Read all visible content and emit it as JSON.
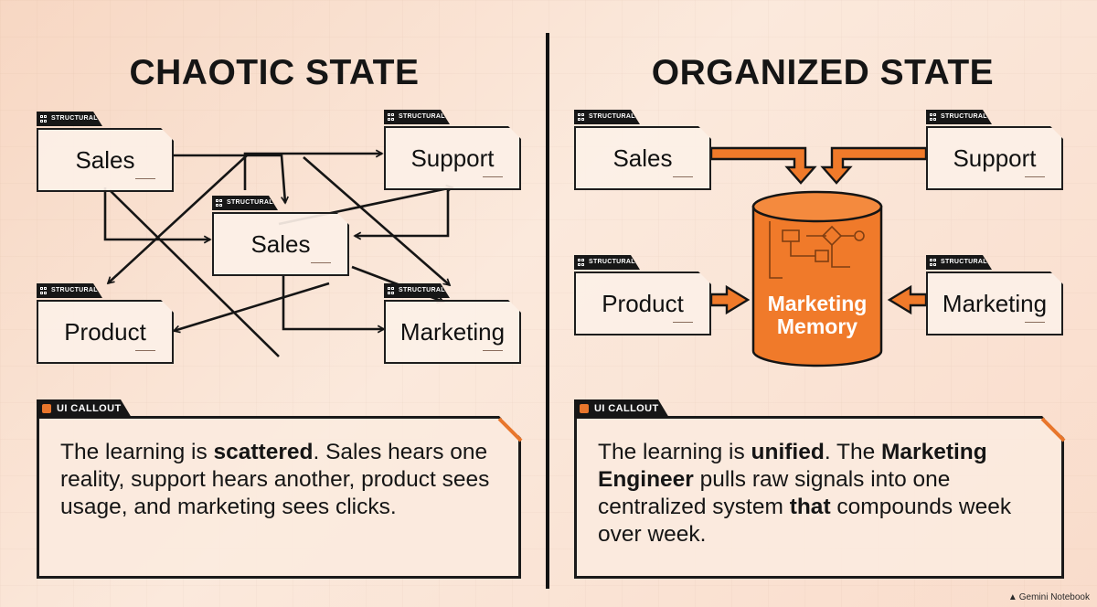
{
  "left": {
    "title": "CHAOTIC STATE",
    "boxes": [
      {
        "key": "sales_top",
        "label": "Sales",
        "tag": "STRUCTURAL"
      },
      {
        "key": "support",
        "label": "Support",
        "tag": "STRUCTURAL"
      },
      {
        "key": "sales_center",
        "label": "Sales",
        "tag": "STRUCTURAL"
      },
      {
        "key": "product",
        "label": "Product",
        "tag": "STRUCTURAL"
      },
      {
        "key": "marketing",
        "label": "Marketing",
        "tag": "STRUCTURAL"
      }
    ],
    "callout": {
      "tag": "UI CALLOUT",
      "segments": [
        {
          "text": "The learning is ",
          "bold": false
        },
        {
          "text": "scattered",
          "bold": true
        },
        {
          "text": ". Sales hears one reality, support hears another, product sees usage, and marketing sees clicks.",
          "bold": false
        }
      ]
    }
  },
  "right": {
    "title": "ORGANIZED STATE",
    "boxes": [
      {
        "key": "sales",
        "label": "Sales",
        "tag": "STRUCTURAL"
      },
      {
        "key": "support",
        "label": "Support",
        "tag": "STRUCTURAL"
      },
      {
        "key": "product",
        "label": "Product",
        "tag": "STRUCTURAL"
      },
      {
        "key": "marketing",
        "label": "Marketing",
        "tag": "STRUCTURAL"
      }
    ],
    "hub": {
      "line1": "Marketing",
      "line2": "Memory"
    },
    "callout": {
      "tag": "UI CALLOUT",
      "segments": [
        {
          "text": "The learning is ",
          "bold": false
        },
        {
          "text": "unified",
          "bold": true
        },
        {
          "text": ". The ",
          "bold": false
        },
        {
          "text": "Marketing Engineer",
          "bold": true
        },
        {
          "text": " pulls raw signals into one centralized system ",
          "bold": false
        },
        {
          "text": "that",
          "bold": true
        },
        {
          "text": " compounds week over week.",
          "bold": false
        }
      ]
    }
  },
  "footer": {
    "brand": "Gemini Notebook"
  },
  "colors": {
    "accent": "#e8762c",
    "ink": "#151515",
    "panel": "#fbeade"
  }
}
